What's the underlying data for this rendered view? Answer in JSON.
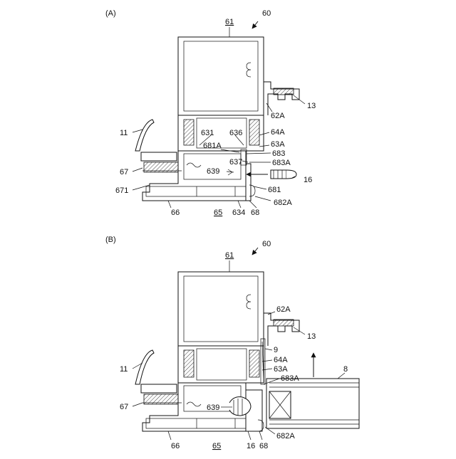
{
  "figures": {
    "a": {
      "label": "(A)",
      "refs": {
        "r60": "60",
        "r61": "61",
        "r13": "13",
        "r62A": "62A",
        "r11": "11",
        "r631": "631",
        "r636": "636",
        "r64A": "64A",
        "r63A": "63A",
        "r681A": "681A",
        "r683": "683",
        "r637": "637",
        "r683A": "683A",
        "r639": "639",
        "r16": "16",
        "r67": "67",
        "r671": "671",
        "r681": "681",
        "r682A": "682A",
        "r66": "66",
        "r65": "65",
        "r634": "634",
        "r68": "68"
      }
    },
    "b": {
      "label": "(B)",
      "refs": {
        "r60": "60",
        "r61": "61",
        "r62A": "62A",
        "r13": "13",
        "r9": "9",
        "r64A": "64A",
        "r63A": "63A",
        "r683A": "683A",
        "r8": "8",
        "r11": "11",
        "r67": "67",
        "r639": "639",
        "r66": "66",
        "r65": "65",
        "r16": "16",
        "r68": "68",
        "r682A": "682A"
      }
    }
  }
}
